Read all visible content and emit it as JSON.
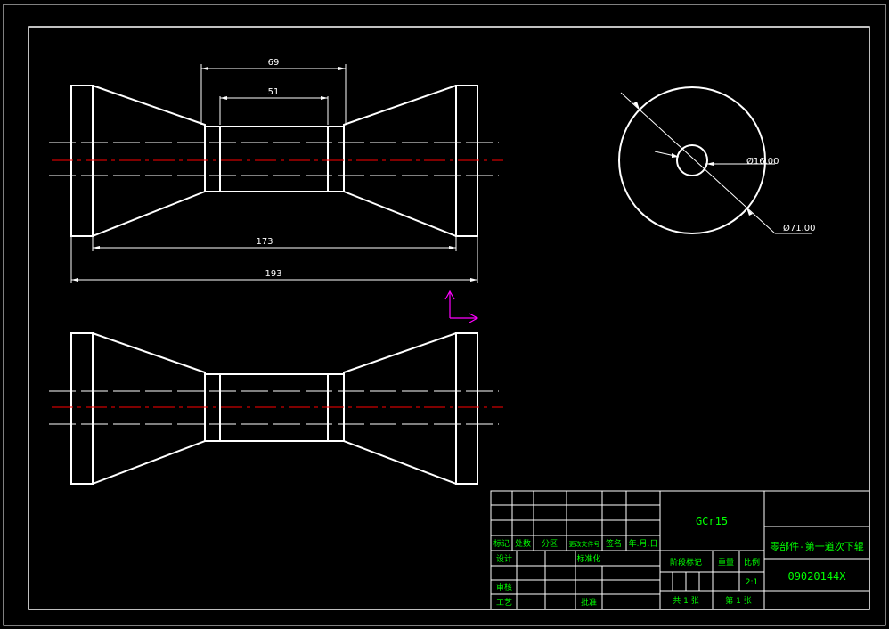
{
  "dimensions": {
    "d69": "69",
    "d51": "51",
    "d173": "173",
    "d193": "193",
    "dia_inner": "Ø16.00",
    "dia_outer": "Ø71.00"
  },
  "title_block": {
    "material": "GCr15",
    "part_name": "零部件-第一道次下辊",
    "drawing_no": "09020144X",
    "scale": "2:1",
    "labels": {
      "mark": "标记",
      "count": "处数",
      "zone": "分区",
      "doc_no": "更改文件号",
      "sign": "签名",
      "date": "年.月.日",
      "design": "设计",
      "standardize": "标准化",
      "stage_mark": "阶段标记",
      "weight": "重量",
      "ratio": "比例",
      "review": "审核",
      "process": "工艺",
      "approve": "批准",
      "total_sheets": "共 1 张",
      "sheet_no": "第 1 张"
    }
  },
  "colors": {
    "background": "#000000",
    "line": "#ffffff",
    "centerline": "#ff0000",
    "ucs": "#ff00ff",
    "title_text": "#00ff00"
  }
}
